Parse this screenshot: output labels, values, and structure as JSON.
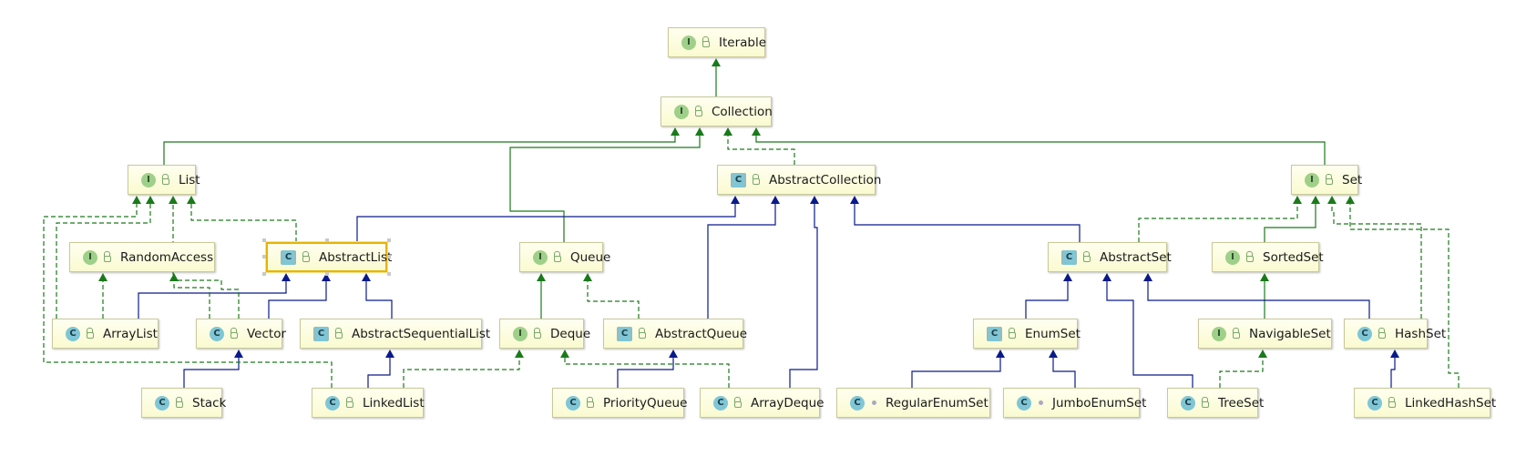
{
  "colors": {
    "extends": "#1a7a1a",
    "extends_class": "#0a1a8a",
    "implements": "#1a7a1a"
  },
  "nodes": [
    {
      "id": "Iterable",
      "label": "Iterable",
      "kind": "I",
      "type": "interface",
      "access": "lock"
    },
    {
      "id": "Collection",
      "label": "Collection",
      "kind": "I",
      "type": "interface",
      "access": "lock"
    },
    {
      "id": "List",
      "label": "List",
      "kind": "I",
      "type": "interface",
      "access": "lock"
    },
    {
      "id": "AbstractCollection",
      "label": "AbstractCollection",
      "kind": "C",
      "type": "abstract",
      "access": "lock"
    },
    {
      "id": "Set",
      "label": "Set",
      "kind": "I",
      "type": "interface",
      "access": "lock"
    },
    {
      "id": "RandomAccess",
      "label": "RandomAccess",
      "kind": "I",
      "type": "interface",
      "access": "lock"
    },
    {
      "id": "AbstractList",
      "label": "AbstractList",
      "kind": "C",
      "type": "abstract",
      "access": "lock",
      "selected": true
    },
    {
      "id": "Queue",
      "label": "Queue",
      "kind": "I",
      "type": "interface",
      "access": "lock"
    },
    {
      "id": "AbstractSet",
      "label": "AbstractSet",
      "kind": "C",
      "type": "abstract",
      "access": "lock"
    },
    {
      "id": "SortedSet",
      "label": "SortedSet",
      "kind": "I",
      "type": "interface",
      "access": "lock"
    },
    {
      "id": "ArrayList",
      "label": "ArrayList",
      "kind": "C",
      "type": "class",
      "access": "lock"
    },
    {
      "id": "Vector",
      "label": "Vector",
      "kind": "C",
      "type": "class",
      "access": "lock"
    },
    {
      "id": "AbstractSequentialList",
      "label": "AbstractSequentialList",
      "kind": "C",
      "type": "abstract",
      "access": "lock"
    },
    {
      "id": "Deque",
      "label": "Deque",
      "kind": "I",
      "type": "interface",
      "access": "lock"
    },
    {
      "id": "AbstractQueue",
      "label": "AbstractQueue",
      "kind": "C",
      "type": "abstract",
      "access": "lock"
    },
    {
      "id": "EnumSet",
      "label": "EnumSet",
      "kind": "C",
      "type": "abstract",
      "access": "lock"
    },
    {
      "id": "NavigableSet",
      "label": "NavigableSet",
      "kind": "I",
      "type": "interface",
      "access": "lock"
    },
    {
      "id": "HashSet",
      "label": "HashSet",
      "kind": "C",
      "type": "class",
      "access": "lock"
    },
    {
      "id": "Stack",
      "label": "Stack",
      "kind": "C",
      "type": "class",
      "access": "lock"
    },
    {
      "id": "LinkedList",
      "label": "LinkedList",
      "kind": "C",
      "type": "class",
      "access": "lock"
    },
    {
      "id": "PriorityQueue",
      "label": "PriorityQueue",
      "kind": "C",
      "type": "class",
      "access": "lock"
    },
    {
      "id": "ArrayDeque",
      "label": "ArrayDeque",
      "kind": "C",
      "type": "class",
      "access": "lock"
    },
    {
      "id": "RegularEnumSet",
      "label": "RegularEnumSet",
      "kind": "C",
      "type": "class",
      "access": "dot"
    },
    {
      "id": "JumboEnumSet",
      "label": "JumboEnumSet",
      "kind": "C",
      "type": "class",
      "access": "dot"
    },
    {
      "id": "TreeSet",
      "label": "TreeSet",
      "kind": "C",
      "type": "class",
      "access": "lock"
    },
    {
      "id": "LinkedHashSet",
      "label": "LinkedHashSet",
      "kind": "C",
      "type": "class",
      "access": "lock"
    }
  ],
  "edges": [
    {
      "from": "Collection",
      "to": "Iterable",
      "relation": "extends-interface"
    },
    {
      "from": "List",
      "to": "Collection",
      "relation": "extends-interface"
    },
    {
      "from": "Set",
      "to": "Collection",
      "relation": "extends-interface"
    },
    {
      "from": "Queue",
      "to": "Collection",
      "relation": "extends-interface"
    },
    {
      "from": "AbstractCollection",
      "to": "Collection",
      "relation": "implements"
    },
    {
      "from": "AbstractList",
      "to": "AbstractCollection",
      "relation": "extends-class"
    },
    {
      "from": "AbstractList",
      "to": "List",
      "relation": "implements"
    },
    {
      "from": "ArrayList",
      "to": "List",
      "relation": "implements"
    },
    {
      "from": "ArrayList",
      "to": "RandomAccess",
      "relation": "implements"
    },
    {
      "from": "ArrayList",
      "to": "AbstractList",
      "relation": "extends-class"
    },
    {
      "from": "Vector",
      "to": "List",
      "relation": "implements"
    },
    {
      "from": "Vector",
      "to": "RandomAccess",
      "relation": "implements"
    },
    {
      "from": "Vector",
      "to": "AbstractList",
      "relation": "extends-class"
    },
    {
      "from": "Stack",
      "to": "Vector",
      "relation": "extends-class"
    },
    {
      "from": "AbstractSequentialList",
      "to": "AbstractList",
      "relation": "extends-class"
    },
    {
      "from": "LinkedList",
      "to": "AbstractSequentialList",
      "relation": "extends-class"
    },
    {
      "from": "LinkedList",
      "to": "List",
      "relation": "implements"
    },
    {
      "from": "LinkedList",
      "to": "Deque",
      "relation": "implements"
    },
    {
      "from": "Deque",
      "to": "Queue",
      "relation": "extends-interface"
    },
    {
      "from": "AbstractQueue",
      "to": "Queue",
      "relation": "implements"
    },
    {
      "from": "AbstractQueue",
      "to": "AbstractCollection",
      "relation": "extends-class"
    },
    {
      "from": "PriorityQueue",
      "to": "AbstractQueue",
      "relation": "extends-class"
    },
    {
      "from": "ArrayDeque",
      "to": "AbstractCollection",
      "relation": "extends-class"
    },
    {
      "from": "ArrayDeque",
      "to": "Deque",
      "relation": "implements"
    },
    {
      "from": "AbstractSet",
      "to": "AbstractCollection",
      "relation": "extends-class"
    },
    {
      "from": "AbstractSet",
      "to": "Set",
      "relation": "implements"
    },
    {
      "from": "SortedSet",
      "to": "Set",
      "relation": "extends-interface"
    },
    {
      "from": "NavigableSet",
      "to": "SortedSet",
      "relation": "extends-interface"
    },
    {
      "from": "EnumSet",
      "to": "AbstractSet",
      "relation": "extends-class"
    },
    {
      "from": "RegularEnumSet",
      "to": "EnumSet",
      "relation": "extends-class"
    },
    {
      "from": "JumboEnumSet",
      "to": "EnumSet",
      "relation": "extends-class"
    },
    {
      "from": "TreeSet",
      "to": "AbstractSet",
      "relation": "extends-class"
    },
    {
      "from": "TreeSet",
      "to": "NavigableSet",
      "relation": "implements"
    },
    {
      "from": "HashSet",
      "to": "AbstractSet",
      "relation": "extends-class"
    },
    {
      "from": "HashSet",
      "to": "Set",
      "relation": "implements"
    },
    {
      "from": "LinkedHashSet",
      "to": "HashSet",
      "relation": "extends-class"
    },
    {
      "from": "LinkedHashSet",
      "to": "Set",
      "relation": "implements"
    }
  ]
}
